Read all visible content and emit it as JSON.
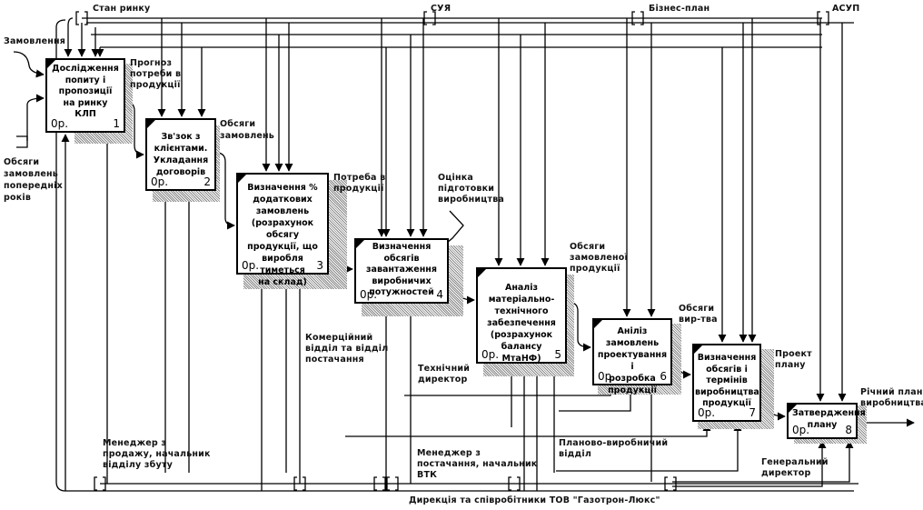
{
  "diagram": {
    "type": "IDEF0",
    "boxes": [
      {
        "id": 1,
        "title": "Дослідження\nпопиту і\nпропозиції\nна ринку\nКЛП",
        "cost": "0р.",
        "number": "1"
      },
      {
        "id": 2,
        "title": "Зв'зок з\nклієнтами.\nУкладання\nдоговорів",
        "cost": "0р.",
        "number": "2"
      },
      {
        "id": 3,
        "title": "Визначення %\nдодаткових\nзамовлень\n(розрахунок обсягу\nпродукції, що\nвиробля тиметься\nна склад)",
        "cost": "0р.",
        "number": "3"
      },
      {
        "id": 4,
        "title": "Визначення\nобсягів\nзавантаження\nвиробничих\nпотужностей",
        "cost": "0р.",
        "number": "4"
      },
      {
        "id": 5,
        "title": "Аналіз\nматеріально-\nтехнічного\nзабезпечення\n(розрахунок\nбалансу МтаНФ)",
        "cost": "0р.",
        "number": "5"
      },
      {
        "id": 6,
        "title": "Аніліз замовлень\nпроектування і\nрозробка\nпродукції",
        "cost": "0р.",
        "number": "6"
      },
      {
        "id": 7,
        "title": "Визначення\nобсягів і\nтермінів\nвиробництва\nпродукції",
        "cost": "0р.",
        "number": "7"
      },
      {
        "id": 8,
        "title": "Затвердження\nплану",
        "cost": "0р.",
        "number": "8"
      }
    ],
    "controls": {
      "stan_rynku": "Стан ринку",
      "suya": "СУЯ",
      "biznes_plan": "Бізнес-план",
      "asup": "АСУП"
    },
    "inputs": {
      "zamovlennia": "Замовлення",
      "obsiagy_poperednih": "Обсяги\nзамовлень\nпопередніх\nроків"
    },
    "flows": {
      "prognoz": "Прогноз\nпотреби в\nпродукції",
      "obsiagy_zamovlen": "Обсяги\nзамовлень",
      "potreba": "Потреба в\nпродукції",
      "otsinka": "Оцінка\nпідготовки\nвиробництва",
      "obsiagy_zamovlenoi": "Обсяги\nзамовленої\nпродукції",
      "obsiagy_vyr": "Обсяги\nвир-тва",
      "proekt_planu": "Проект\nплану",
      "richnyi_plan": "Річний план\nвиробництва"
    },
    "mechanisms": {
      "komertsiinyi": "Комерційний\nвідділ та відділ\nпостачання",
      "tekhnichnyi": "Технічний\nдиректор",
      "menedzher_prodazh": "Менеджер з\nпродажу, начальник\nвідділу збуту",
      "menedzher_postach": "Менеджер з\nпостачання, начальник\nВТК",
      "planovo": "Планово-виробничий\nвідділ",
      "generalnyi": "Генеральний\nдиректор",
      "dyrektsiia": "Дирекція та співробітники ТОВ \"Газотрон-Люкс\""
    }
  }
}
